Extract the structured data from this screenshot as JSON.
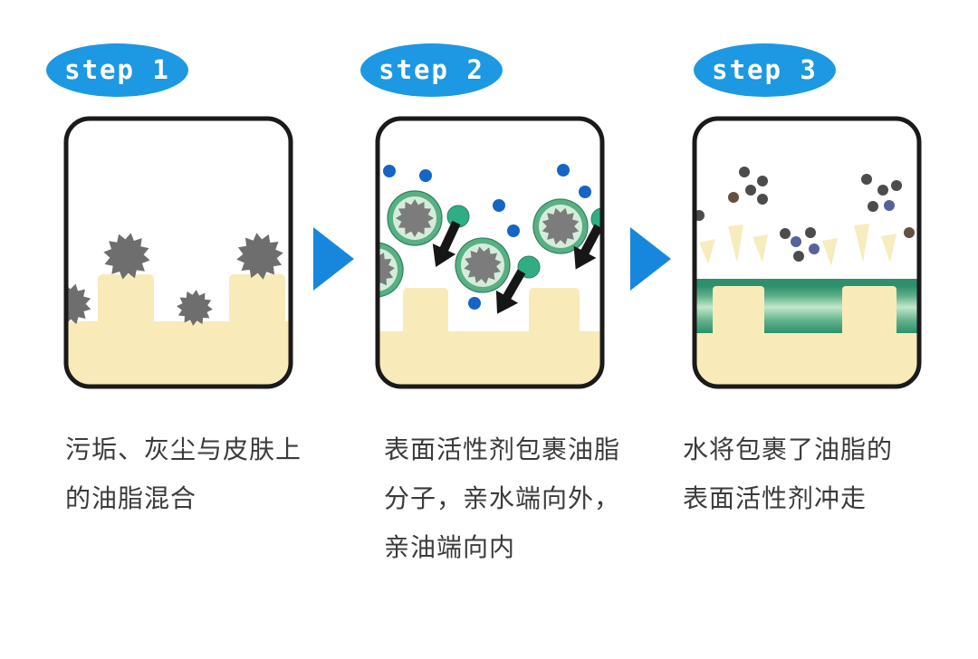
{
  "steps": [
    {
      "label": "step 1",
      "caption_lines": [
        "污垢、灰尘与皮肤上",
        "的油脂混合"
      ]
    },
    {
      "label": "step 2",
      "caption_lines": [
        "表面活性剂包裹油脂",
        "分子，亲水端向外，",
        "亲油端向内"
      ]
    },
    {
      "label": "step 3",
      "caption_lines": [
        "水将包裹了油脂的",
        "表面活性剂冲走"
      ]
    }
  ],
  "colors": {
    "page_bg": "#ffffff",
    "step_badge_blue": "#1d98e2",
    "badge_text": "#ffffff",
    "next_arrow_blue": "#1787de",
    "panel_outline": "#1a1a1a",
    "skin_cream": "#f9eaba",
    "dirt_gray": "#6e6e6e",
    "micelle_ring_green": "#58b083",
    "micelle_ring_edge": "#2f7f5f",
    "micelle_inner_green": "#d4edda",
    "micelle_core_gray": "#7c7c7c",
    "surfactant_teal": "#2fae85",
    "water_dot_blue": "#1565c4",
    "black_arrow": "#161616",
    "water_deep_green": "#2e8f6c",
    "water_mid_green": "#5fb08a",
    "water_light_green": "#c3e7cb",
    "sparkle_cream": "#f7ecbe",
    "dirt_dot_gray": "#4c4c4c",
    "dirt_dot_blue": "#55639b",
    "dirt_dot_brown": "#63503f",
    "caption_text": "#3b3b3b"
  }
}
